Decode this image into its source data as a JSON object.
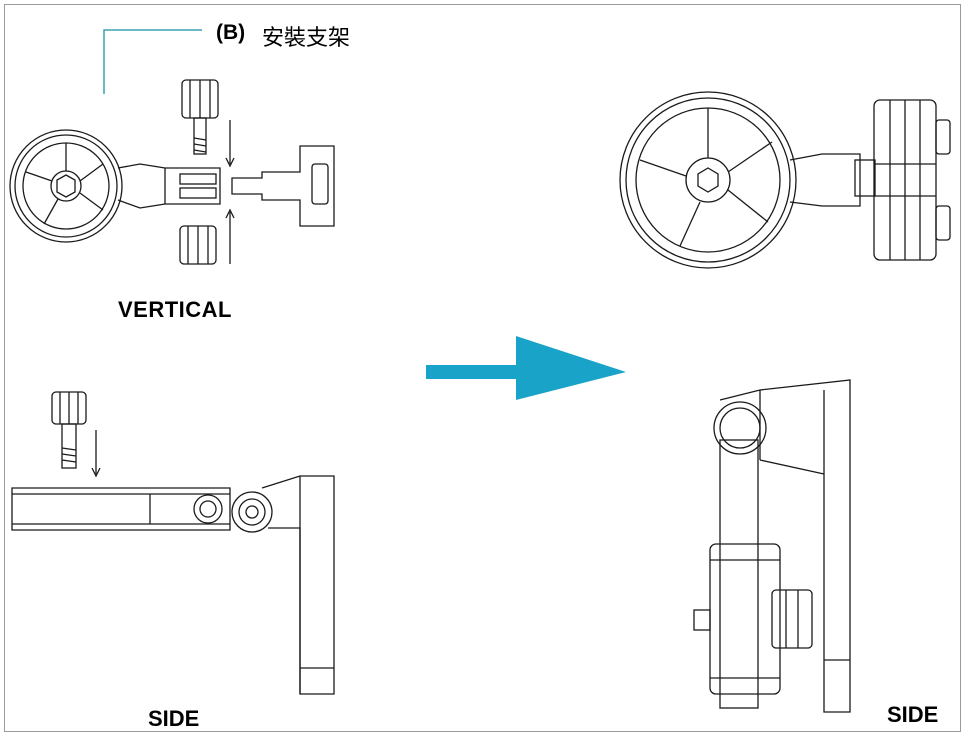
{
  "header": {
    "label_prefix": "(B)",
    "label_text": "安裝支架"
  },
  "labels": {
    "vertical": "VERTICAL",
    "side_left": "SIDE",
    "side_right": "SIDE"
  },
  "colors": {
    "line": "#1a1a1a",
    "leader_line": "#3aa0b4",
    "arrow": "#19a3c9"
  }
}
